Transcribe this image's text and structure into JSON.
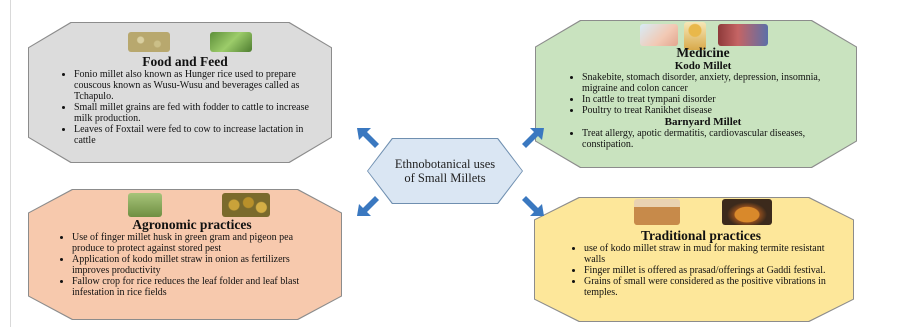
{
  "center": {
    "label": "Ethnobotanical uses of Small Millets"
  },
  "food": {
    "title": "Food and Feed",
    "items": [
      "Fonio millet also known as Hunger rice used to prepare couscous known as Wusu-Wusu and beverages called as Tchapulo.",
      "Small millet grains are fed with fodder to cattle to increase milk production.",
      "Leaves of Foxtail were fed to cow to increase lactation in cattle"
    ],
    "colors": {
      "fill": "#dcdcdc"
    }
  },
  "medicine": {
    "title": "Medicine",
    "kodo_title": "Kodo Millet",
    "kodo_items": [
      "Snakebite, stomach disorder, anxiety, depression, insomnia, migraine and colon cancer",
      "In cattle to treat tympani disorder",
      "Poultry to treat Ranikhet disease"
    ],
    "barnyard_title": "Barnyard Millet",
    "barnyard_items": [
      "Treat allergy, apotic dermatitis, cardiovascular diseases, constipation."
    ],
    "colors": {
      "fill": "#c9e3bf"
    }
  },
  "agronomic": {
    "title": "Agronomic practices",
    "items": [
      "Use of finger millet husk in green gram and pigeon pea produce to protect against stored pest",
      "Application of kodo millet straw in onion as fertilizers improves productivity",
      "Fallow crop for rice reduces the leaf folder and leaf blast infestation in rice fields"
    ],
    "colors": {
      "fill": "#f7c9ad"
    }
  },
  "traditional": {
    "title": "Traditional practices",
    "items": [
      "use of kodo millet straw in mud for making termite resistant walls",
      "Finger millet is offered as prasad/offerings at Gaddi festival.",
      "Grains of small were considered as the positive vibrations in temples."
    ],
    "colors": {
      "fill": "#fde79a"
    }
  },
  "colors": {
    "arrow": "#3a78c0",
    "center_fill": "#dae6f3"
  }
}
